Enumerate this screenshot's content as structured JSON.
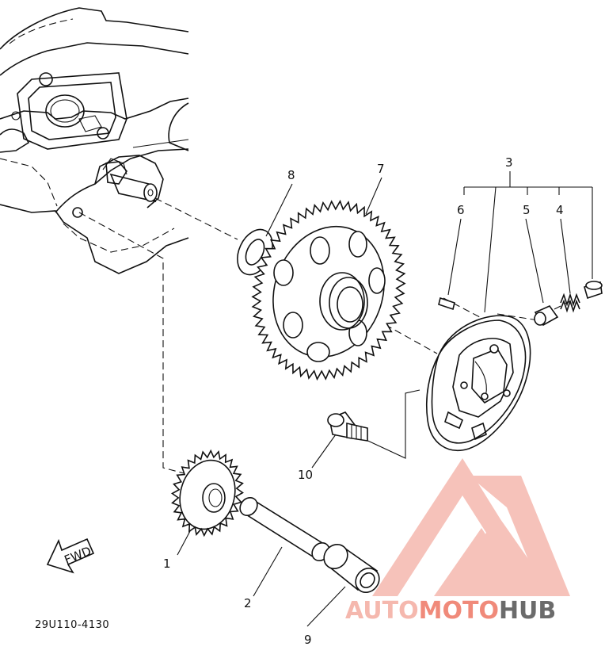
{
  "labels": {
    "p1": "1",
    "p2": "2",
    "p3": "3",
    "p4": "4",
    "p5": "5",
    "p6": "6",
    "p7": "7",
    "p8": "8",
    "p9": "9",
    "p10": "10"
  },
  "fwd_label": "FWD",
  "drawing_code": "29U110-4130",
  "watermark": {
    "part1": "AUTO",
    "part2": "MOTO",
    "part3": "HUB",
    "color_light": "#f5b8ae",
    "color_accent": "#f08a7a",
    "color_dark": "#6b6b6b"
  }
}
